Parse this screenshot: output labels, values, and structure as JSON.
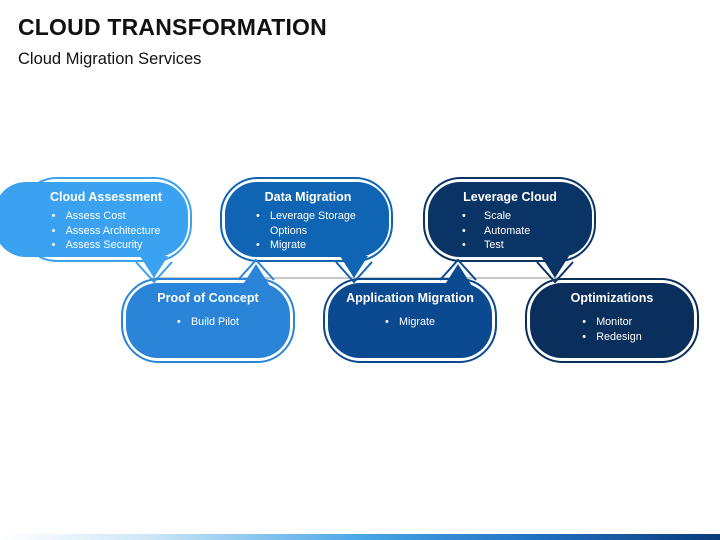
{
  "header": {
    "title": "CLOUD TRANSFORMATION",
    "subtitle": "Cloud Migration Services"
  },
  "colors": {
    "light_blue": "#3aa2f0",
    "medium_blue": "#2a85d8",
    "blue": "#0f64b4",
    "dark_blue": "#0b4a90",
    "navy": "#0a3466",
    "deep_navy": "#0a2f5c"
  },
  "bubbles": [
    {
      "heading": "Cloud Assessment",
      "items": [
        "Assess Cost",
        "Assess Architecture",
        "Assess Security"
      ]
    },
    {
      "heading": "Data Migration",
      "items": [
        "Leverage Storage Options",
        "Migrate"
      ]
    },
    {
      "heading": "Leverage Cloud",
      "items": [
        "Scale",
        "Automate",
        "Test"
      ]
    },
    {
      "heading": "Proof of Concept",
      "items": [
        "Build Pilot"
      ]
    },
    {
      "heading": "Application Migration",
      "items": [
        "Migrate"
      ]
    },
    {
      "heading": "Optimizations",
      "items": [
        "Monitor",
        "Redesign"
      ]
    }
  ]
}
